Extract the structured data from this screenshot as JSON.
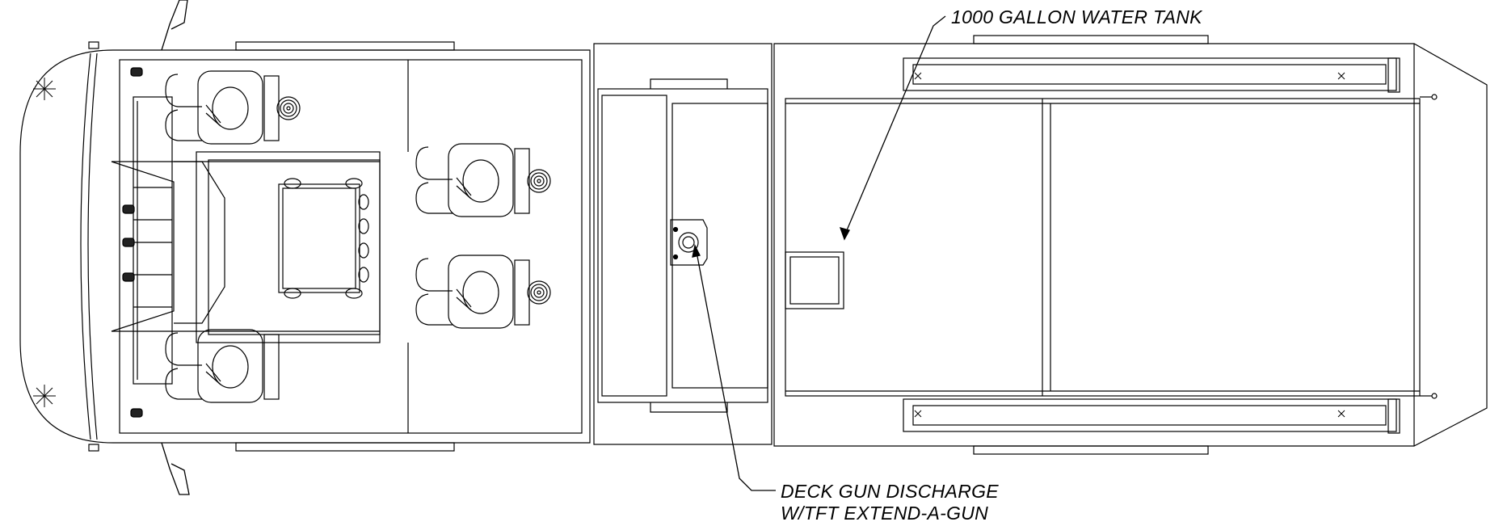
{
  "diagram": {
    "callouts": {
      "water_tank": "1000 GALLON WATER TANK",
      "deck_gun_line1": "DECK GUN DISCHARGE",
      "deck_gun_line2": "W/TFT EXTEND-A-GUN"
    },
    "line_color": "#000000",
    "background_color": "#ffffff"
  }
}
